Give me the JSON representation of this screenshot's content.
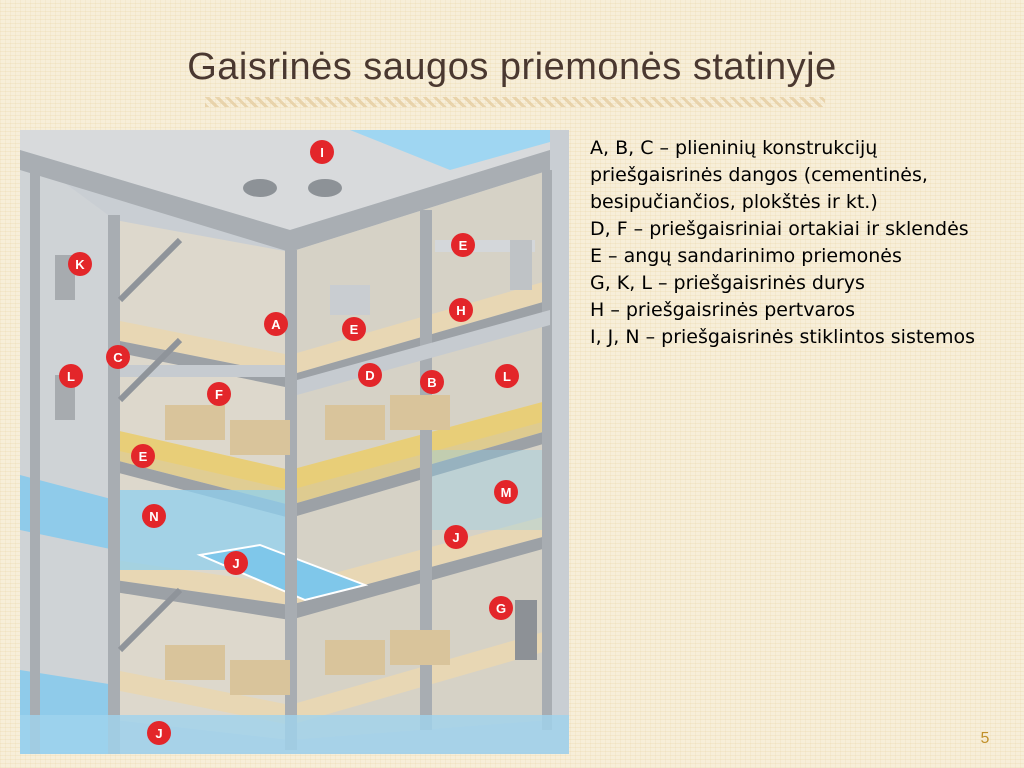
{
  "slide": {
    "title": "Gaisrinės saugos priemonės statinyje",
    "number": "5"
  },
  "description": {
    "lines": [
      "A, B, C – plieninių konstrukcijų priešgaisrinės dangos (cementinės, besipučiančios, plokštės ir kt.)",
      "D, F – priešgaisriniai ortakiai ir sklendės",
      "E – angų sandarinimo priemonės",
      "G, K, L – priešgaisrinės durys",
      "H – priešgaisrinės pertvaros",
      "I, J, N – priešgaisrinės stiklintos sistemos"
    ]
  },
  "illustration": {
    "markers": [
      "I",
      "K",
      "E",
      "H",
      "A",
      "E",
      "C",
      "L",
      "F",
      "D",
      "B",
      "L",
      "E",
      "M",
      "N",
      "J",
      "J",
      "G",
      "J"
    ],
    "colors": {
      "marker": "#e3262a",
      "floor": "#e8d7b4",
      "yellow_floor": "#f0d98a",
      "glass": "#7fc7ea",
      "structure": "#9aa0a6"
    }
  }
}
